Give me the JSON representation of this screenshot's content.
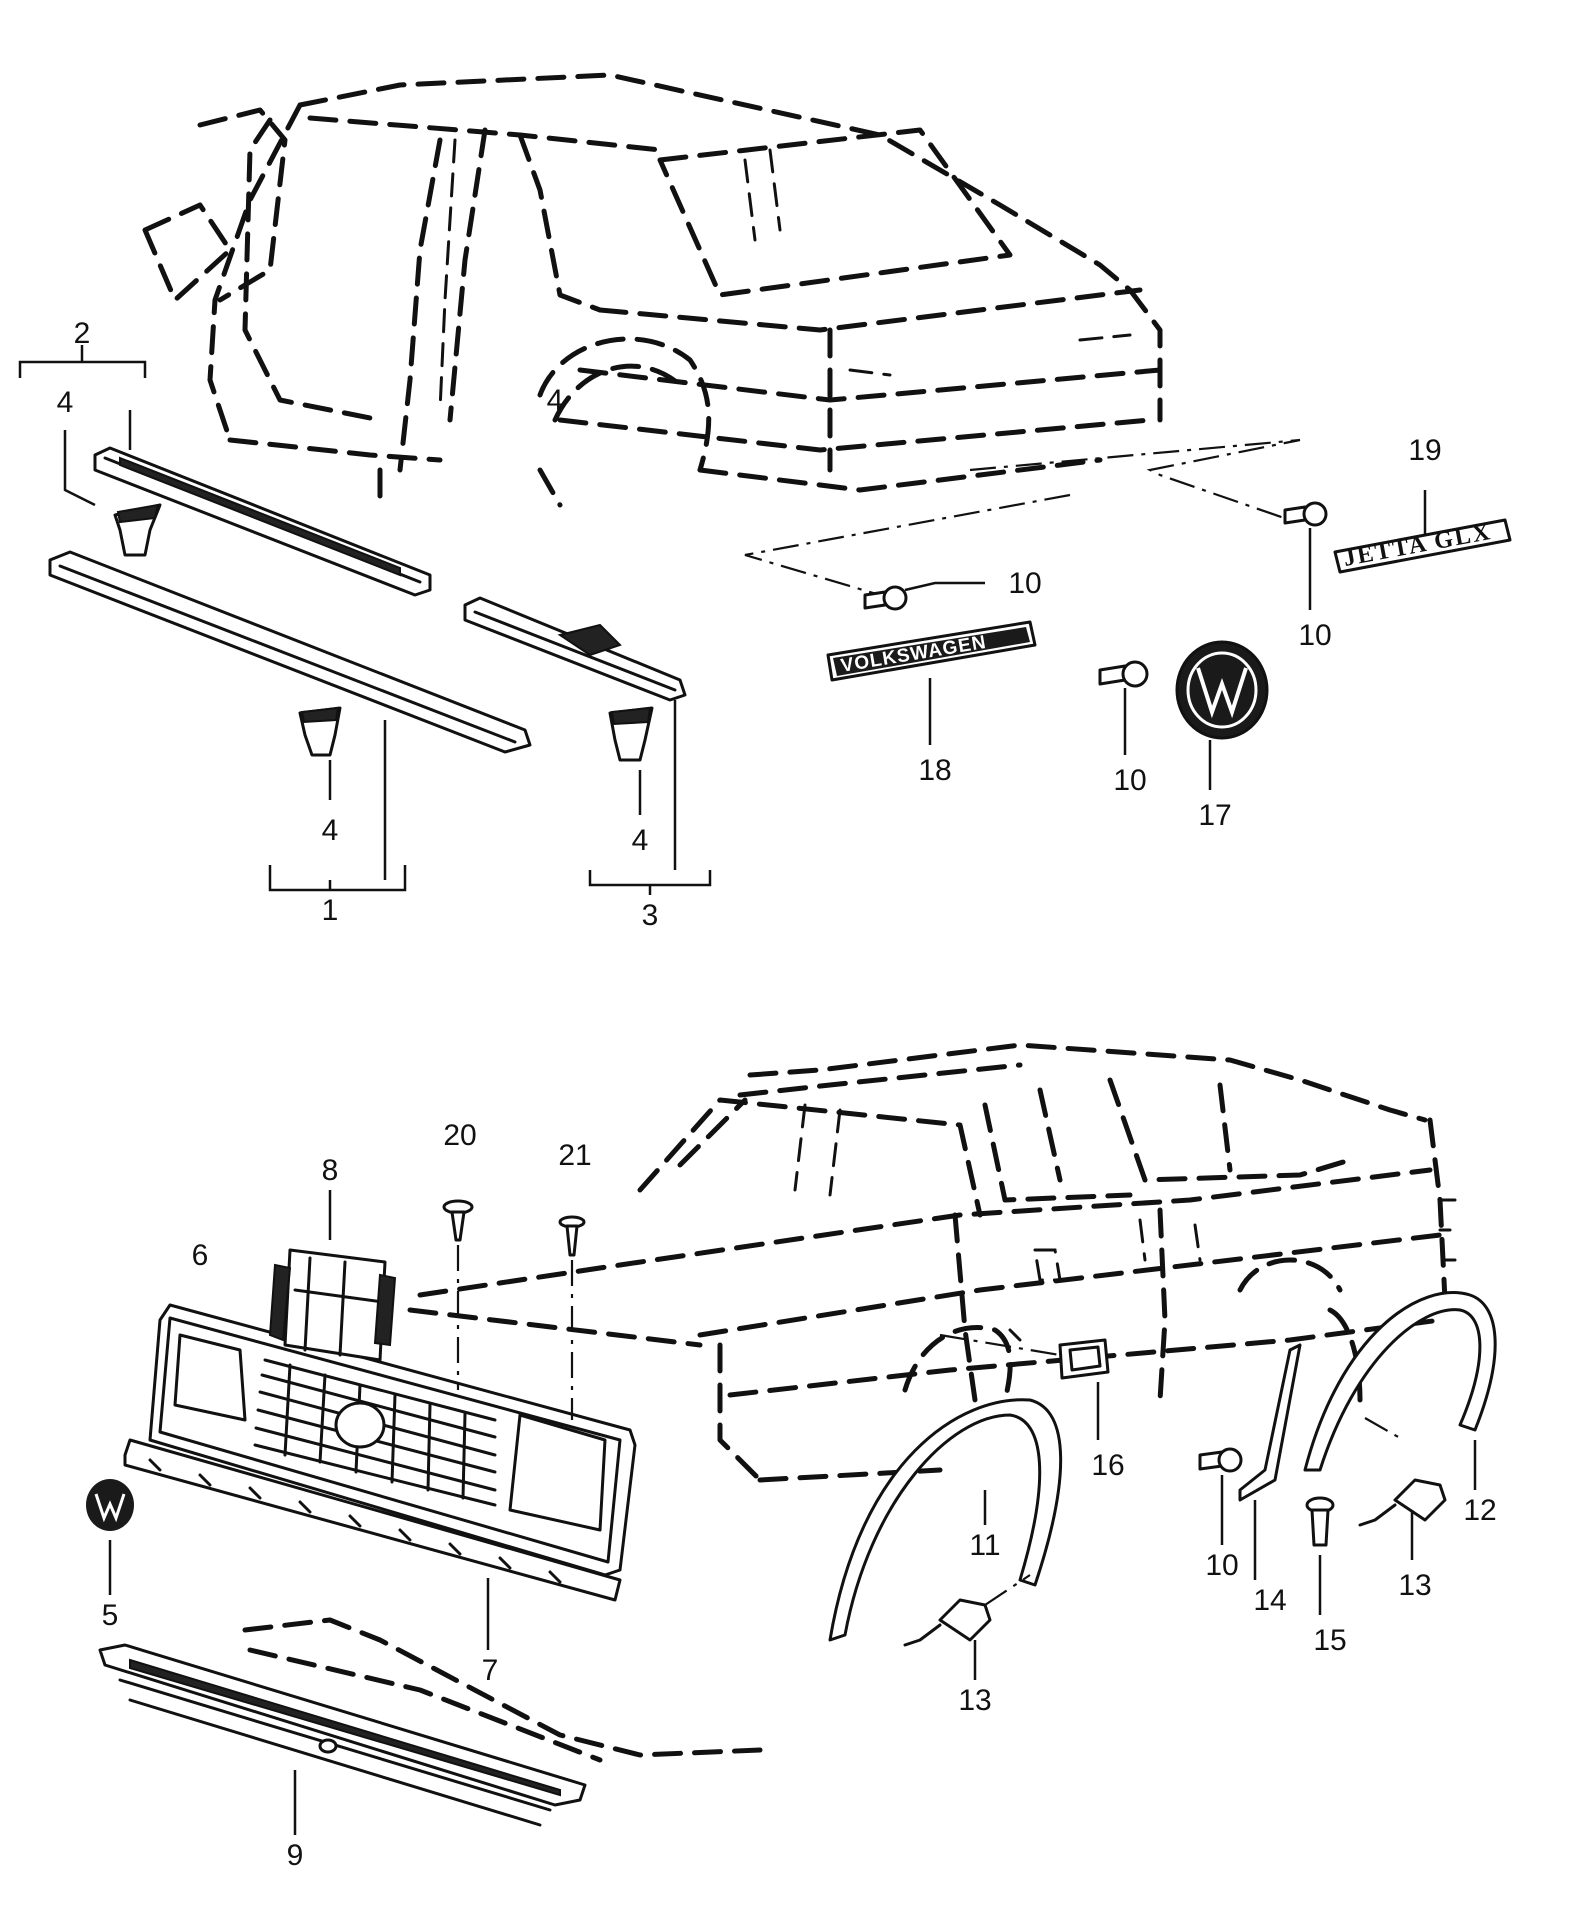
{
  "diagram": {
    "callouts": {
      "c1": "1",
      "c2": "2",
      "c3": "3",
      "c4a": "4",
      "c4b": "4",
      "c4c": "4",
      "c4d": "4",
      "c5": "5",
      "c6": "6",
      "c7": "7",
      "c8": "8",
      "c9": "9",
      "c10a": "10",
      "c10b": "10",
      "c10c": "10",
      "c10d": "10",
      "c11": "11",
      "c12": "12",
      "c13a": "13",
      "c13b": "13",
      "c14": "14",
      "c15": "15",
      "c16": "16",
      "c17": "17",
      "c18": "18",
      "c19": "19",
      "c20": "20",
      "c21": "21"
    },
    "badges": {
      "volkswagen": "VOLKSWAGEN",
      "jetta": "JETTA GLX"
    }
  }
}
